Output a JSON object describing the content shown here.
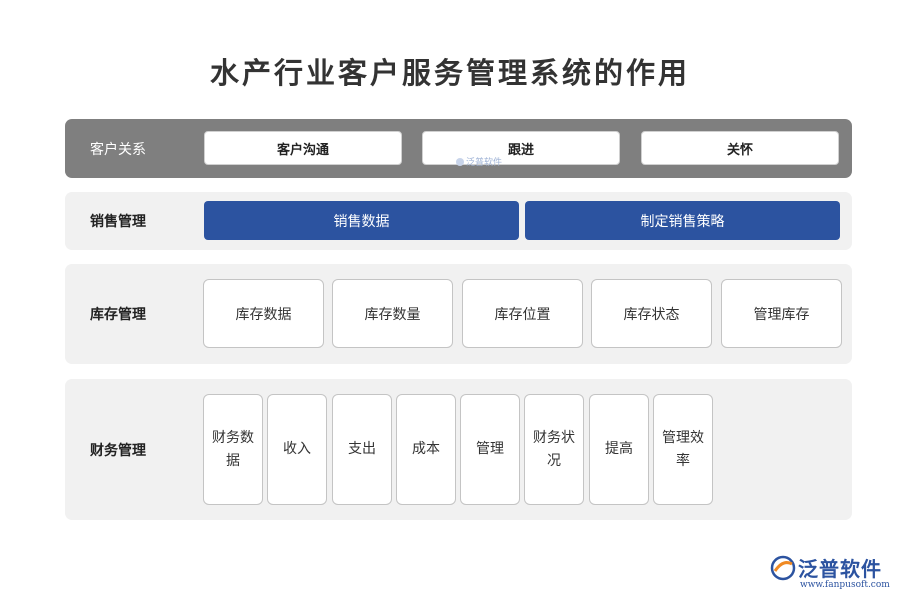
{
  "title": "水产行业客户服务管理系统的作用",
  "rows": [
    {
      "label": "客户关系",
      "items": [
        "客户沟通",
        "跟进",
        "关怀"
      ]
    },
    {
      "label": "销售管理",
      "items": [
        "销售数据",
        "制定销售策略"
      ]
    },
    {
      "label": "库存管理",
      "items": [
        "库存数据",
        "库存数量",
        "库存位置",
        "库存状态",
        "管理库存"
      ]
    },
    {
      "label": "财务管理",
      "items": [
        "财务数据",
        "收入",
        "支出",
        "成本",
        "管理",
        "财务状况",
        "提高",
        "管理效率"
      ]
    }
  ],
  "watermark": "泛普软件",
  "logo": {
    "name": "泛普软件",
    "url": "www.fanpusoft.com"
  },
  "colors": {
    "primary": "#2c53a0",
    "header_band": "#7f7f7f",
    "panel": "#f1f1f1"
  }
}
